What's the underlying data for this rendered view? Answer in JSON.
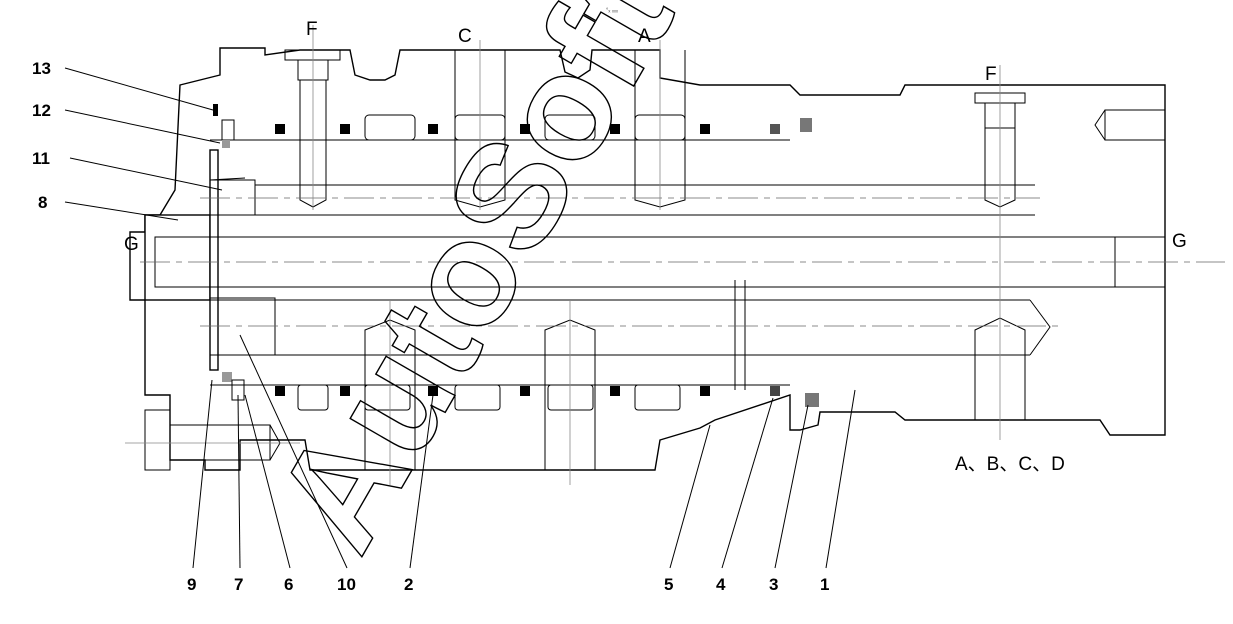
{
  "header_mark": "°ₓ ₓₓₓ",
  "section_labels": {
    "F_left": "F",
    "C": "C",
    "A": "A",
    "F_right": "F",
    "G_left": "G",
    "G_right": "G"
  },
  "ports_note": "A、B、C、D",
  "watermark": "AutoSoft",
  "callouts_left": [
    "13",
    "12",
    "11",
    "8"
  ],
  "callouts_bottom": [
    "9",
    "7",
    "6",
    "10",
    "2",
    "5",
    "4",
    "3",
    "1"
  ]
}
